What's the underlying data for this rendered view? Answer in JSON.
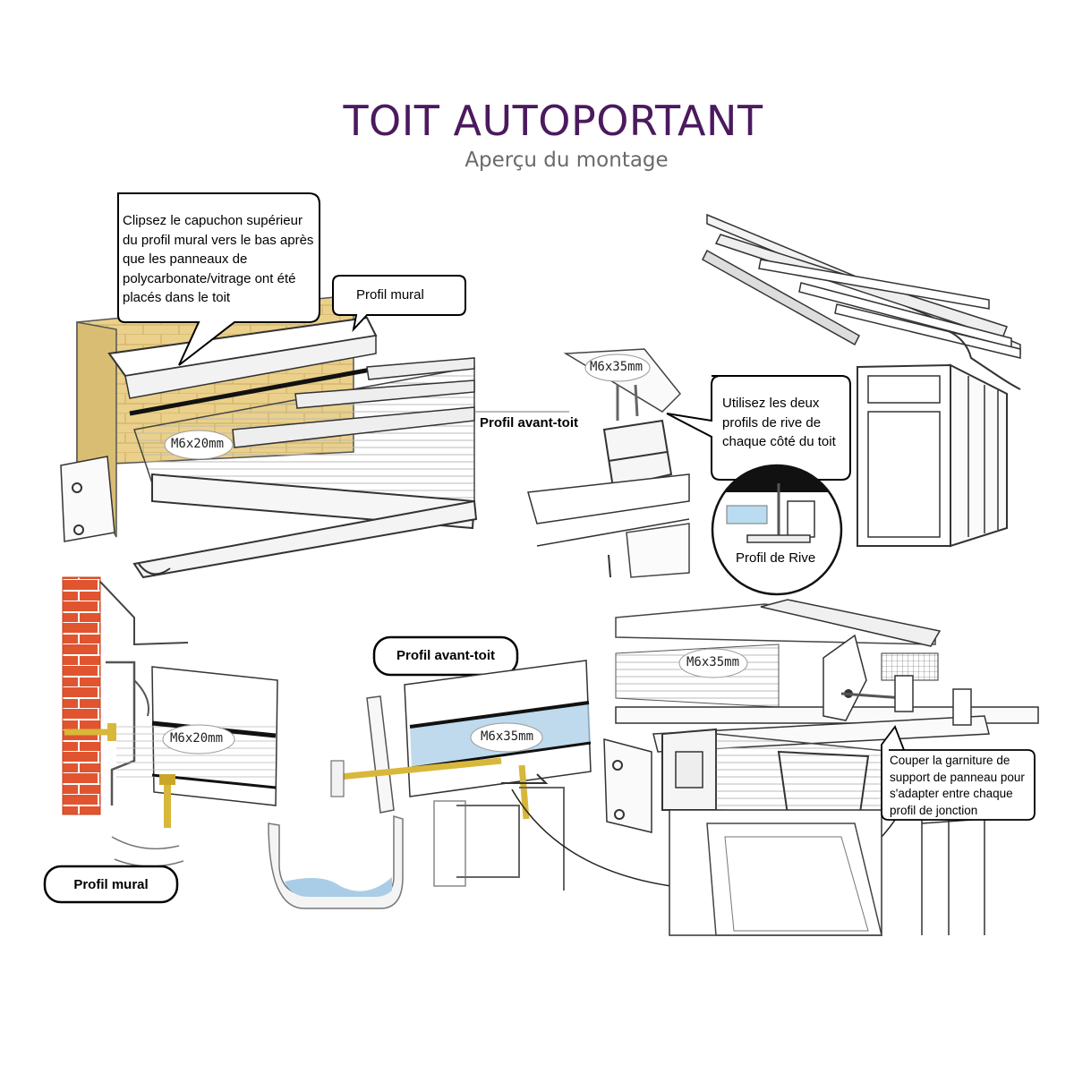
{
  "header": {
    "title": "TOIT AUTOPORTANT",
    "subtitle": "Aperçu du montage"
  },
  "annotations": {
    "clip_cap": "Clipsez le capuchon supérieur du profil mural vers le bas après que les panneaux de polycarbonate/vitrage ont été placés dans le toit",
    "wall_profile_top": "Profil mural",
    "eaves_profile_top": "Profil avant-toit",
    "edge_profiles": "Utilisez les deux profils de rive de chaque côté du toit",
    "edge_profile_label": "Profil de Rive",
    "eaves_profile_bottom": "Profil avant-toit",
    "wall_profile_bottom": "Profil mural",
    "cut_trim": "Couper la garniture de support de panneau pour s'adapter entre chaque profil de jonction"
  },
  "bolts": {
    "m6x20_top": "M6x20mm",
    "m6x35_top": "M6x35mm",
    "m6x20_bottom": "M6x20mm",
    "m6x35_bottom": "M6x35mm",
    "m6x35_right": "M6x35mm"
  },
  "colors": {
    "title": "#4b1a5e",
    "subtitle": "#6a6a6a",
    "brick": "#e0552f",
    "wall_sand": "#ead08a",
    "water": "#a9cde6",
    "bolt": "#d8b73a"
  }
}
